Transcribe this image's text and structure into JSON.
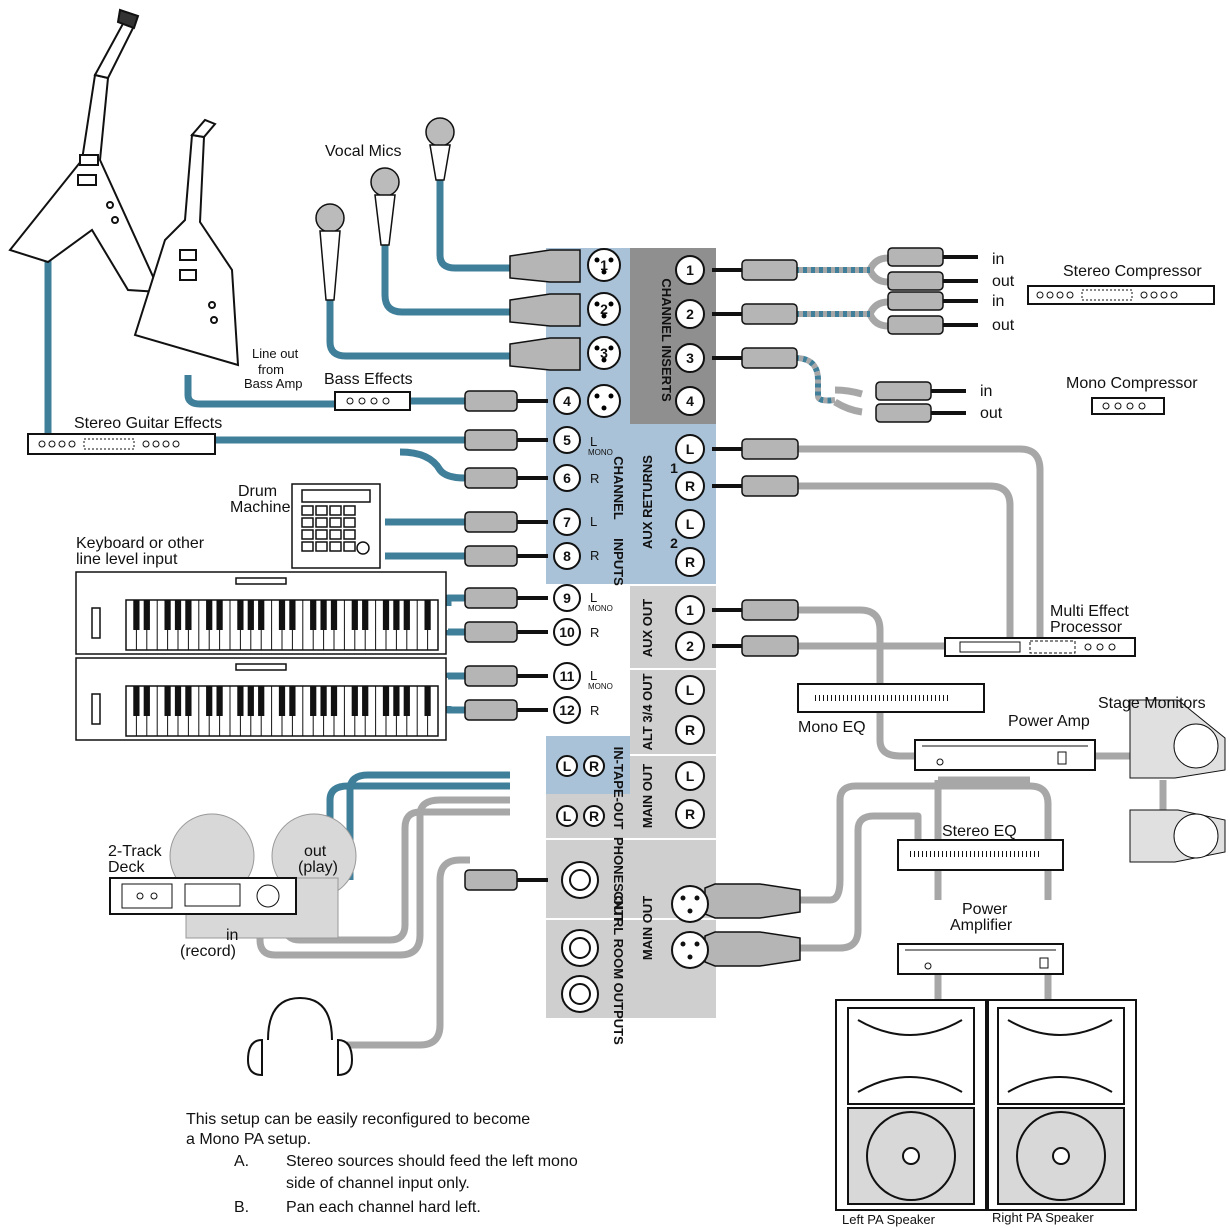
{
  "labels": {
    "vocal_mics": "Vocal Mics",
    "line_out_1": "Line out",
    "line_out_2": "from",
    "line_out_3": "Bass Amp",
    "bass_effects": "Bass Effects",
    "stereo_guitar_effects": "Stereo Guitar Effects",
    "drum_1": "Drum",
    "drum_2": "Machine",
    "keyboard_1": "Keyboard or other",
    "keyboard_2": "line level input",
    "deck_1": "2-Track",
    "deck_2": "Deck",
    "out_play_1": "out",
    "out_play_2": "(play)",
    "in_record_1": "in",
    "in_record_2": "(record)",
    "stereo_compressor": "Stereo Compressor",
    "mono_compressor": "Mono Compressor",
    "multi_effect_1": "Multi Effect",
    "multi_effect_2": "Processor",
    "mono_eq": "Mono EQ",
    "power_amp": "Power Amp",
    "stage_monitors": "Stage Monitors",
    "stereo_eq": "Stereo EQ",
    "power_amplifier_1": "Power",
    "power_amplifier_2": "Amplifier",
    "left_pa": "Left PA Speaker",
    "right_pa": "Right PA Speaker",
    "in": "in",
    "out": "out"
  },
  "panels": {
    "channel_inserts": "CHANNEL INSERTS",
    "channel_inputs_1": "CHANNEL",
    "channel_inputs_2": "INPUTS",
    "aux_returns": "AUX RETURNS",
    "aux_out": "AUX OUT",
    "alt_out": "ALT 3/4 OUT",
    "main_out_1": "MAIN OUT",
    "in_tape_out": "IN-TAPE-OUT",
    "phones_out": "PHONES OUT",
    "main_out_2": "MAIN OUT",
    "cntrl_room": "CNTRL ROOM OUTPUTS"
  },
  "jacks": {
    "inputs": [
      "1",
      "2",
      "3",
      "4",
      "5",
      "6",
      "7",
      "8",
      "9",
      "10",
      "11",
      "12"
    ],
    "inserts": [
      "1",
      "2",
      "3",
      "4"
    ],
    "aux_returns": [
      "L",
      "R",
      "L",
      "R"
    ],
    "aux_returns_nums": [
      "1",
      "2"
    ],
    "aux_out": [
      "1",
      "2"
    ],
    "alt_out": [
      "L",
      "R"
    ],
    "main_out": [
      "L",
      "R"
    ],
    "tape": [
      "L",
      "R",
      "L",
      "R"
    ],
    "side_l": "L",
    "side_r": "R",
    "mono": "MONO"
  },
  "note": {
    "line1": "This setup can be easily reconfigured to become",
    "line2": "a Mono PA setup.",
    "a_letter": "A.",
    "a_text1": "Stereo sources should feed the left mono",
    "a_text2": "side of channel input only.",
    "b_letter": "B.",
    "b_text": "Pan each channel hard left."
  },
  "colors": {
    "blue_cable": "#3f7f9a",
    "gray_cable": "#a7a7a7",
    "panel_blue": "#a9c2d7",
    "panel_gray": "#cfcfcf",
    "panel_dark": "#8f8f8f"
  }
}
